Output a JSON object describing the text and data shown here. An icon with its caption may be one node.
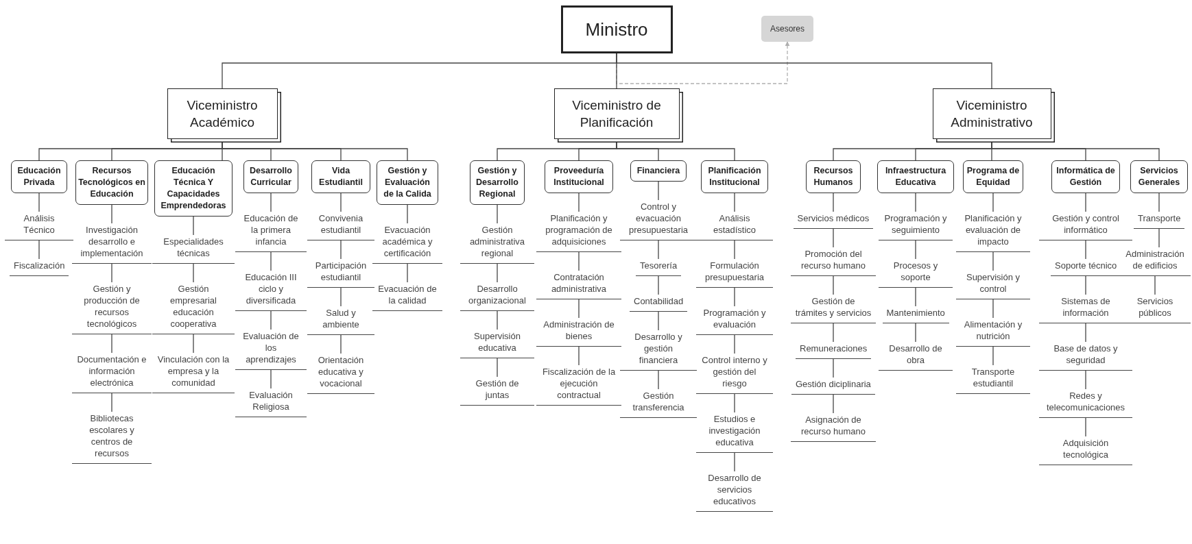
{
  "diagram": {
    "nodes": [
      {
        "text": [
          "Ministro"
        ]
      },
      {
        "text": [
          "Asesores"
        ]
      },
      {
        "text": [
          "Viceministro Académico"
        ]
      },
      {
        "text": [
          "Viceministro de Planificación"
        ]
      },
      {
        "text": [
          "Viceministro Administrativo"
        ]
      },
      {
        "text": [
          "Educación Privada"
        ]
      },
      {
        "text": [
          "Análisis Técnico"
        ]
      },
      {
        "text": [
          "Fiscalización"
        ]
      },
      {
        "text": [
          "Recursos Tecnológicos en Educación"
        ]
      },
      {
        "text": [
          "Investigación desarrollo e implementación"
        ]
      },
      {
        "text": [
          "Gestión y producción de recursos tecnológicos"
        ]
      },
      {
        "text": [
          "Documentación e información electrónica"
        ]
      },
      {
        "text": [
          "Bibliotecas escolares y centros de recursos"
        ]
      },
      {
        "text": [
          "Educación Técnica Y Capacidades Emprendedoras"
        ]
      },
      {
        "text": [
          "Especialidades técnicas"
        ]
      },
      {
        "text": [
          "Gestión empresarial educación cooperativa"
        ]
      },
      {
        "text": [
          "Vinculación con la empresa y la comunidad"
        ]
      },
      {
        "text": [
          "Desarrollo Curricular"
        ]
      },
      {
        "text": [
          "Educación de la primera infancia"
        ]
      },
      {
        "text": [
          "Educación III ciclo y diversificada"
        ]
      },
      {
        "text": [
          "Evaluación de los aprendizajes"
        ]
      },
      {
        "text": [
          "Evaluación Religiosa"
        ]
      },
      {
        "text": [
          "Vida Estudiantil"
        ]
      },
      {
        "text": [
          "Convivenia estudiantil"
        ]
      },
      {
        "text": [
          "Participación estudiantil"
        ]
      },
      {
        "text": [
          "Salud y ambiente"
        ]
      },
      {
        "text": [
          "Orientación educativa y vocacional"
        ]
      },
      {
        "text": [
          "Gestión y Evaluación de la Calida"
        ]
      },
      {
        "text": [
          "Evacuación académica y certificación"
        ]
      },
      {
        "text": [
          "Evacuación de la calidad"
        ]
      },
      {
        "text": [
          "Gestión y Desarrollo Regional"
        ]
      },
      {
        "text": [
          "Gestión administrativa regional"
        ]
      },
      {
        "text": [
          "Desarrollo organizacional"
        ]
      },
      {
        "text": [
          "Supervisión educativa"
        ]
      },
      {
        "text": [
          "Gestión de juntas"
        ]
      },
      {
        "text": [
          "Proveeduría Institucional"
        ]
      },
      {
        "text": [
          "Planificación y programación de adquisiciones"
        ]
      },
      {
        "text": [
          "Contratación administrativa"
        ]
      },
      {
        "text": [
          "Administración de bienes"
        ]
      },
      {
        "text": [
          "Fiscalización de la ejecución contractual"
        ]
      },
      {
        "text": [
          "Financiera"
        ]
      },
      {
        "text": [
          "Control y evacuación presupuestaria"
        ]
      },
      {
        "text": [
          "Tesorería"
        ]
      },
      {
        "text": [
          "Contabilidad"
        ]
      },
      {
        "text": [
          "Desarrollo y gestión financiera"
        ]
      },
      {
        "text": [
          "Gestión transferencia"
        ]
      },
      {
        "text": [
          "Planificación Institucional"
        ]
      },
      {
        "text": [
          "Análisis estadístico"
        ]
      },
      {
        "text": [
          "Formulación presupuestaria"
        ]
      },
      {
        "text": [
          "Programación y evaluación"
        ]
      },
      {
        "text": [
          "Control interno y gestión del riesgo"
        ]
      },
      {
        "text": [
          "Estudios e investigación educativa"
        ]
      },
      {
        "text": [
          "Desarrollo de servicios educativos"
        ]
      },
      {
        "text": [
          "Recursos Humanos"
        ]
      },
      {
        "text": [
          "Servicios médicos"
        ]
      },
      {
        "text": [
          "Promoción del recurso humano"
        ]
      },
      {
        "text": [
          "Gestión de trámites y servicios"
        ]
      },
      {
        "text": [
          "Remuneraciones"
        ]
      },
      {
        "text": [
          "Gestión diciplinaria"
        ]
      },
      {
        "text": [
          "Asignación de recurso humano"
        ]
      },
      {
        "text": [
          "Infraestructura Educativa"
        ]
      },
      {
        "text": [
          "Programación y seguimiento"
        ]
      },
      {
        "text": [
          "Procesos y soporte"
        ]
      },
      {
        "text": [
          "Mantenimiento"
        ]
      },
      {
        "text": [
          "Desarrollo de obra"
        ]
      },
      {
        "text": [
          "Programa de Equidad"
        ]
      },
      {
        "text": [
          "Planificación y evaluación de impacto"
        ]
      },
      {
        "text": [
          "Supervisión y control"
        ]
      },
      {
        "text": [
          "Alimentación y nutrición"
        ]
      },
      {
        "text": [
          "Transporte estudiantil"
        ]
      },
      {
        "text": [
          "Informática de Gestión"
        ]
      },
      {
        "text": [
          "Gestión y control informático"
        ]
      },
      {
        "text": [
          "Soporte técnico"
        ]
      },
      {
        "text": [
          "Sistemas de información"
        ]
      },
      {
        "text": [
          "Base de datos y seguridad"
        ]
      },
      {
        "text": [
          "Redes y telecomunicaciones"
        ]
      },
      {
        "text": [
          "Adquisición tecnológica"
        ]
      },
      {
        "text": [
          "Servicios Generales"
        ]
      },
      {
        "text": [
          "Transporte"
        ]
      },
      {
        "text": [
          "Administración de edificios"
        ]
      },
      {
        "text": [
          "Servicios públicos"
        ]
      }
    ],
    "edges": [
      {
        "from": 0,
        "to": 1,
        "arrow": "to",
        "style": "dashed",
        "color": "#b0b0b0"
      },
      {
        "from": 0,
        "to": 2,
        "arrow": "none"
      },
      {
        "from": 0,
        "to": 3,
        "arrow": "none"
      },
      {
        "from": 0,
        "to": 4,
        "arrow": "none"
      },
      {
        "from": 2,
        "to": 5,
        "arrow": "none"
      },
      {
        "from": 2,
        "to": 8,
        "arrow": "none"
      },
      {
        "from": 2,
        "to": 13,
        "arrow": "none"
      },
      {
        "from": 2,
        "to": 17,
        "arrow": "none"
      },
      {
        "from": 2,
        "to": 22,
        "arrow": "none"
      },
      {
        "from": 2,
        "to": 27,
        "arrow": "none"
      },
      {
        "from": 3,
        "to": 30,
        "arrow": "none"
      },
      {
        "from": 3,
        "to": 35,
        "arrow": "none"
      },
      {
        "from": 3,
        "to": 40,
        "arrow": "none"
      },
      {
        "from": 3,
        "to": 46,
        "arrow": "none"
      },
      {
        "from": 4,
        "to": 53,
        "arrow": "none"
      },
      {
        "from": 4,
        "to": 60,
        "arrow": "none"
      },
      {
        "from": 4,
        "to": 65,
        "arrow": "none"
      },
      {
        "from": 4,
        "to": 70,
        "arrow": "none"
      },
      {
        "from": 4,
        "to": 77,
        "arrow": "none"
      },
      {
        "from": 5,
        "to": 6,
        "arrow": "none"
      },
      {
        "from": 6,
        "to": 7,
        "arrow": "none"
      },
      {
        "from": 8,
        "to": 9,
        "arrow": "none"
      },
      {
        "from": 9,
        "to": 10,
        "arrow": "none"
      },
      {
        "from": 10,
        "to": 11,
        "arrow": "none"
      },
      {
        "from": 11,
        "to": 12,
        "arrow": "none"
      },
      {
        "from": 13,
        "to": 14,
        "arrow": "none"
      },
      {
        "from": 14,
        "to": 15,
        "arrow": "none"
      },
      {
        "from": 15,
        "to": 16,
        "arrow": "none"
      },
      {
        "from": 17,
        "to": 18,
        "arrow": "none"
      },
      {
        "from": 18,
        "to": 19,
        "arrow": "none"
      },
      {
        "from": 19,
        "to": 20,
        "arrow": "none"
      },
      {
        "from": 20,
        "to": 21,
        "arrow": "none"
      },
      {
        "from": 22,
        "to": 23,
        "arrow": "none"
      },
      {
        "from": 23,
        "to": 24,
        "arrow": "none"
      },
      {
        "from": 24,
        "to": 25,
        "arrow": "none"
      },
      {
        "from": 25,
        "to": 26,
        "arrow": "none"
      },
      {
        "from": 27,
        "to": 28,
        "arrow": "none"
      },
      {
        "from": 28,
        "to": 29,
        "arrow": "none"
      },
      {
        "from": 30,
        "to": 31,
        "arrow": "none"
      },
      {
        "from": 31,
        "to": 32,
        "arrow": "none"
      },
      {
        "from": 32,
        "to": 33,
        "arrow": "none"
      },
      {
        "from": 33,
        "to": 34,
        "arrow": "none"
      },
      {
        "from": 35,
        "to": 36,
        "arrow": "none"
      },
      {
        "from": 36,
        "to": 37,
        "arrow": "none"
      },
      {
        "from": 37,
        "to": 38,
        "arrow": "none"
      },
      {
        "from": 38,
        "to": 39,
        "arrow": "none"
      },
      {
        "from": 40,
        "to": 41,
        "arrow": "none"
      },
      {
        "from": 41,
        "to": 42,
        "arrow": "none"
      },
      {
        "from": 42,
        "to": 43,
        "arrow": "none"
      },
      {
        "from": 43,
        "to": 44,
        "arrow": "none"
      },
      {
        "from": 44,
        "to": 45,
        "arrow": "none"
      },
      {
        "from": 46,
        "to": 47,
        "arrow": "none"
      },
      {
        "from": 47,
        "to": 48,
        "arrow": "none"
      },
      {
        "from": 48,
        "to": 49,
        "arrow": "none"
      },
      {
        "from": 49,
        "to": 50,
        "arrow": "none"
      },
      {
        "from": 50,
        "to": 51,
        "arrow": "none"
      },
      {
        "from": 51,
        "to": 52,
        "arrow": "none"
      },
      {
        "from": 53,
        "to": 54,
        "arrow": "none"
      },
      {
        "from": 54,
        "to": 55,
        "arrow": "none"
      },
      {
        "from": 55,
        "to": 56,
        "arrow": "none"
      },
      {
        "from": 56,
        "to": 57,
        "arrow": "none"
      },
      {
        "from": 57,
        "to": 58,
        "arrow": "none"
      },
      {
        "from": 58,
        "to": 59,
        "arrow": "none"
      },
      {
        "from": 60,
        "to": 61,
        "arrow": "none"
      },
      {
        "from": 61,
        "to": 62,
        "arrow": "none"
      },
      {
        "from": 62,
        "to": 63,
        "arrow": "none"
      },
      {
        "from": 63,
        "to": 64,
        "arrow": "none"
      },
      {
        "from": 65,
        "to": 66,
        "arrow": "none"
      },
      {
        "from": 66,
        "to": 67,
        "arrow": "none"
      },
      {
        "from": 67,
        "to": 68,
        "arrow": "none"
      },
      {
        "from": 68,
        "to": 69,
        "arrow": "none"
      },
      {
        "from": 70,
        "to": 71,
        "arrow": "none"
      },
      {
        "from": 71,
        "to": 72,
        "arrow": "none"
      },
      {
        "from": 72,
        "to": 73,
        "arrow": "none"
      },
      {
        "from": 73,
        "to": 74,
        "arrow": "none"
      },
      {
        "from": 74,
        "to": 75,
        "arrow": "none"
      },
      {
        "from": 75,
        "to": 76,
        "arrow": "none"
      },
      {
        "from": 77,
        "to": 78,
        "arrow": "none"
      },
      {
        "from": 78,
        "to": 79,
        "arrow": "none"
      },
      {
        "from": 79,
        "to": 80,
        "arrow": "none"
      }
    ]
  }
}
